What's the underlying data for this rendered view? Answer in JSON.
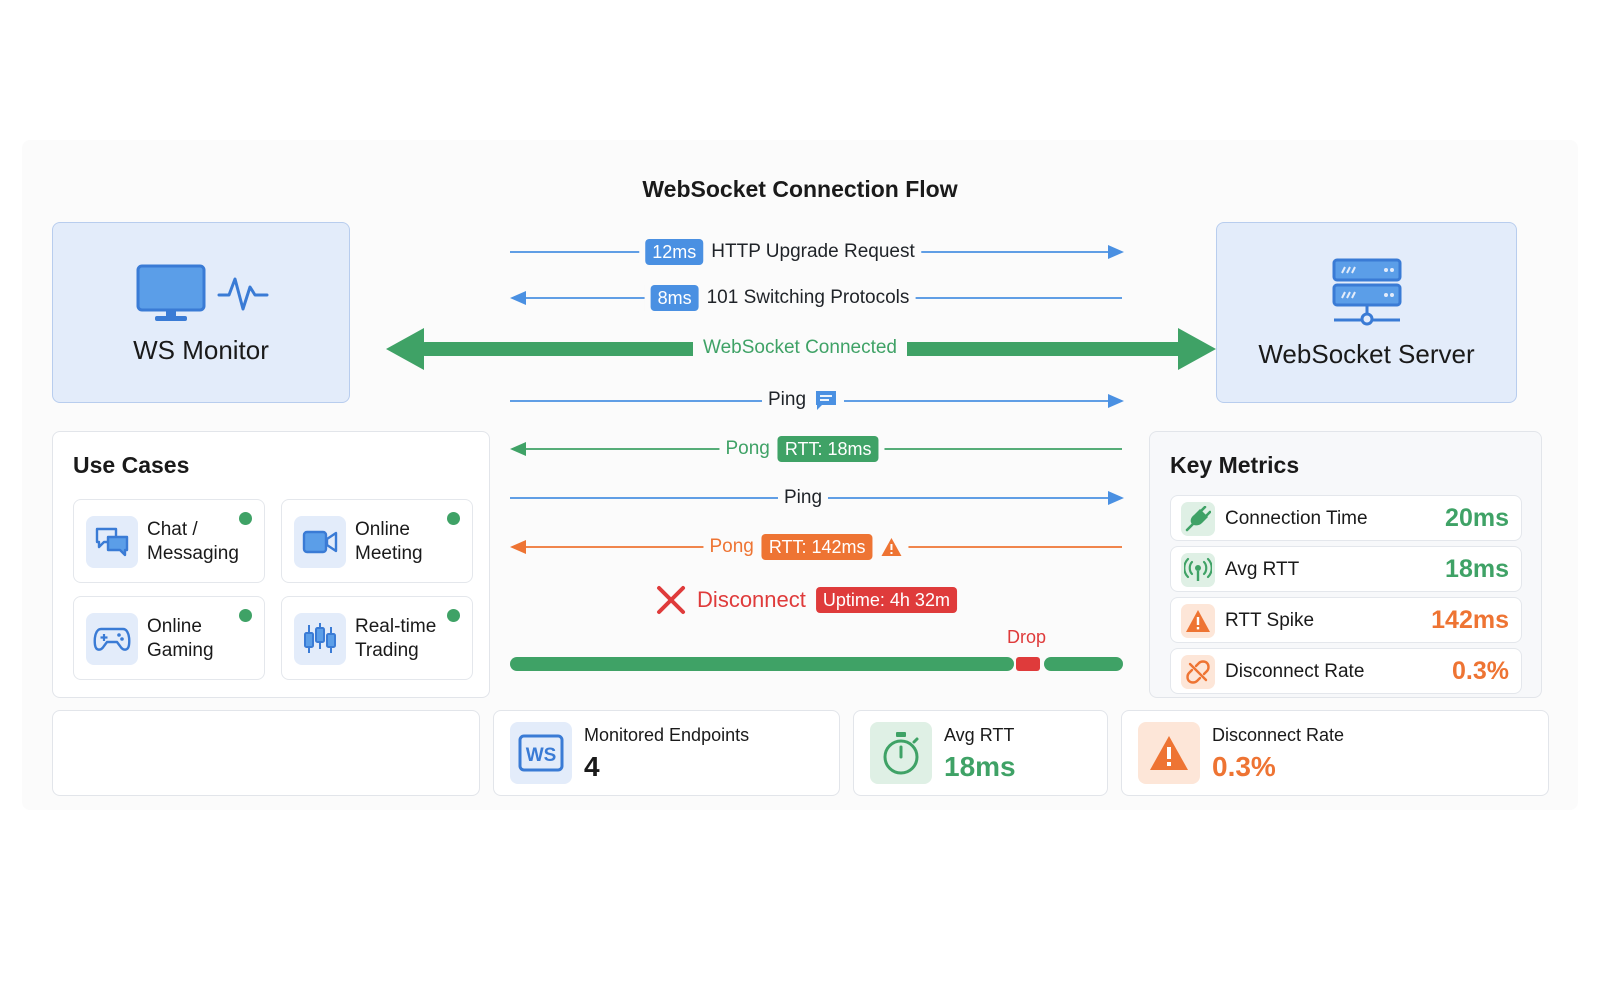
{
  "title": "WebSocket Connection Flow",
  "nodes": {
    "client": {
      "label": "WS Monitor",
      "icons": [
        "monitor-icon",
        "pulse-icon"
      ]
    },
    "server": {
      "label": "WebSocket Server",
      "icons": [
        "server-icon"
      ]
    }
  },
  "flow": {
    "upgrade": {
      "chip": "12ms",
      "label": "HTTP Upgrade Request",
      "direction": "right"
    },
    "switching": {
      "chip": "8ms",
      "label": "101 Switching Protocols",
      "direction": "left"
    },
    "connected": {
      "label": "WebSocket Connected",
      "direction": "both"
    },
    "ping1": {
      "label": "Ping",
      "direction": "right",
      "icon": "message-icon"
    },
    "pong1": {
      "label": "Pong",
      "chip": "RTT: 18ms",
      "direction": "left"
    },
    "ping2": {
      "label": "Ping",
      "direction": "right"
    },
    "pong2": {
      "label": "Pong",
      "chip": "RTT: 142ms",
      "direction": "left",
      "icon": "warning-icon"
    },
    "disconnect": {
      "label": "Disconnect",
      "chip": "Uptime: 4h 32m",
      "icon": "x-icon"
    },
    "timeline": {
      "drop_label": "Drop"
    }
  },
  "colors": {
    "blue": "#4a90e2",
    "green": "#3fa266",
    "orange": "#ee7433",
    "red": "#df3b3b"
  },
  "use_cases": {
    "title": "Use Cases",
    "items": [
      {
        "label": "Chat /\nMessaging",
        "icon": "chat-icon",
        "status": "active"
      },
      {
        "label": "Online\nMeeting",
        "icon": "video-icon",
        "status": "active"
      },
      {
        "label": "Online\nGaming",
        "icon": "gamepad-icon",
        "status": "active"
      },
      {
        "label": "Real-time\nTrading",
        "icon": "candlestick-icon",
        "status": "active"
      }
    ]
  },
  "key_metrics": {
    "title": "Key Metrics",
    "items": [
      {
        "label": "Connection Time",
        "value": "20ms",
        "icon": "plug-icon",
        "color": "#3fa266"
      },
      {
        "label": "Avg RTT",
        "value": "18ms",
        "icon": "antenna-icon",
        "color": "#3fa266"
      },
      {
        "label": "RTT Spike",
        "value": "142ms",
        "icon": "warning-icon",
        "color": "#ee7433"
      },
      {
        "label": "Disconnect Rate",
        "value": "0.3%",
        "icon": "broken-link-icon",
        "color": "#ee7433"
      }
    ]
  },
  "stats": [
    {
      "label": "Monitored Endpoints",
      "value": "4",
      "icon": "ws-icon",
      "color": "#1a1a1a"
    },
    {
      "label": "Avg RTT",
      "value": "18ms",
      "icon": "stopwatch-icon",
      "color": "#3fa266"
    },
    {
      "label": "Disconnect Rate",
      "value": "0.3%",
      "icon": "warning-icon",
      "color": "#ee7433"
    }
  ]
}
